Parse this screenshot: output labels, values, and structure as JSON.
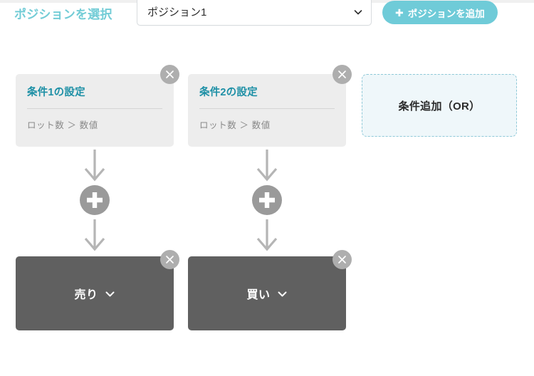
{
  "header": {
    "select_label": "ポジションを選択",
    "position_select": {
      "value": "ポジション1",
      "chevron_icon": "chevron-down-icon"
    },
    "add_button": {
      "label": "ポジションを追加",
      "plus_icon": "plus-icon",
      "glyph": "✚"
    }
  },
  "columns": [
    {
      "condition": {
        "title": "条件1の設定",
        "expression": "ロット数 ＞ 数値",
        "close_icon": "close-icon"
      },
      "arrow_top_icon": "arrow-down-icon",
      "plus_icon": "plus-circle-icon",
      "arrow_bottom_icon": "arrow-down-icon",
      "direction": {
        "label": "売り",
        "chevron_icon": "chevron-down-icon",
        "close_icon": "close-icon"
      }
    },
    {
      "condition": {
        "title": "条件2の設定",
        "expression": "ロット数 ＞ 数値",
        "close_icon": "close-icon"
      },
      "arrow_top_icon": "arrow-down-icon",
      "plus_icon": "plus-circle-icon",
      "arrow_bottom_icon": "arrow-down-icon",
      "direction": {
        "label": "買い",
        "chevron_icon": "chevron-down-icon",
        "close_icon": "close-icon"
      }
    }
  ],
  "or_box": {
    "label": "条件追加（OR）"
  },
  "colors": {
    "accent_teal": "#6fcbd8",
    "heading_teal": "#1e90a6",
    "card_gray": "#ededed",
    "dark_block": "#606060",
    "close_badge": "#aeaeae",
    "or_box_fill": "#eff7fa",
    "or_box_border": "#8fc9d8",
    "arrow_gray": "#b5b5b5",
    "plus_circle": "#9a9a9a"
  }
}
